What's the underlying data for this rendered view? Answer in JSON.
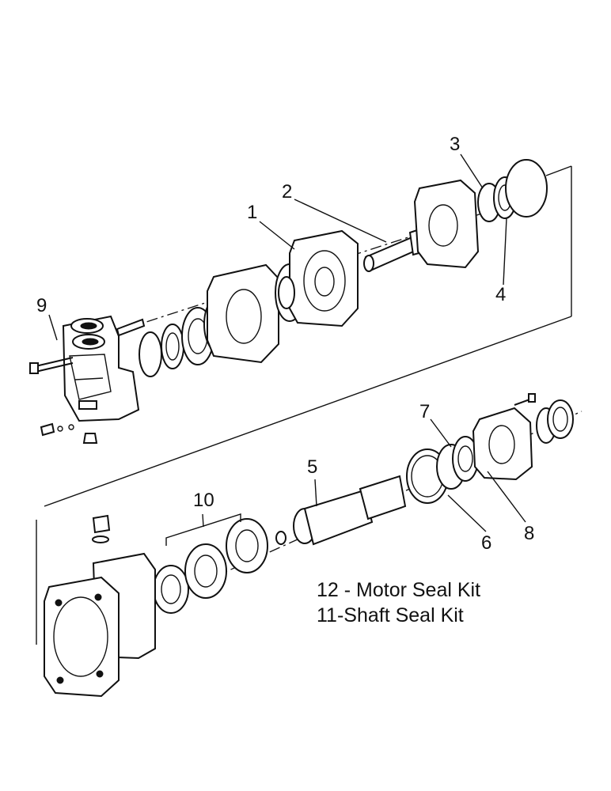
{
  "callouts": [
    "1",
    "2",
    "3",
    "4",
    "5",
    "6",
    "7",
    "8",
    "9",
    "10"
  ],
  "kits": {
    "motor_seal": "12 - Motor Seal Kit",
    "shaft_seal": "11-Shaft Seal Kit"
  }
}
